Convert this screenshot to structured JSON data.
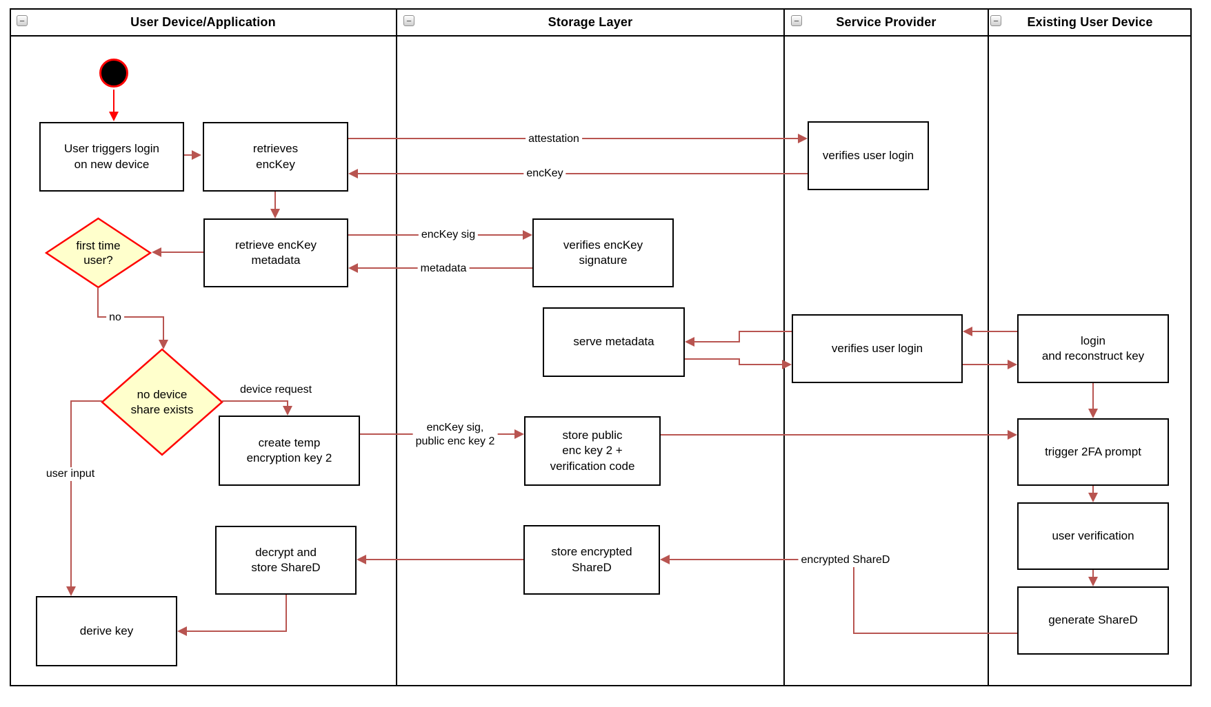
{
  "ui": {
    "collapse_glyph": "−"
  },
  "lanes": [
    {
      "title": "User Device/Application"
    },
    {
      "title": "Storage Layer"
    },
    {
      "title": "Service Provider"
    },
    {
      "title": "Existing User Device"
    }
  ],
  "nodes": {
    "user_triggers": {
      "label": "User triggers login\non new device"
    },
    "retrieves_enckey": {
      "label": "retrieves\nencKey"
    },
    "retrieve_metadata": {
      "label": "retrieve encKey\nmetadata"
    },
    "verifies_signature": {
      "label": "verifies encKey\nsignature"
    },
    "serve_metadata": {
      "label": "serve metadata"
    },
    "store_public": {
      "label": "store public\nenc key 2 +\nverification code"
    },
    "store_encrypted": {
      "label": "store encrypted\nShareD"
    },
    "create_temp": {
      "label": "create temp\nencryption key 2"
    },
    "decrypt_store": {
      "label": "decrypt and\nstore ShareD"
    },
    "derive_key": {
      "label": "derive key"
    },
    "verifies_login_1": {
      "label": "verifies user login"
    },
    "verifies_login_2": {
      "label": "verifies user login"
    },
    "login_reconstruct": {
      "label": "login\nand reconstruct key"
    },
    "trigger_2fa": {
      "label": "trigger 2FA prompt"
    },
    "user_verification": {
      "label": "user verification"
    },
    "generate_shared": {
      "label": "generate ShareD"
    }
  },
  "decisions": {
    "first_time": {
      "label": "first time\nuser?"
    },
    "no_device_share": {
      "label": "no device\nshare exists"
    }
  },
  "edge_labels": {
    "attestation": "attestation",
    "enckey": "encKey",
    "enckey_sig": "encKey sig",
    "metadata": "metadata",
    "no": "no",
    "device_request": "device request",
    "enckey_sig_public": "encKey sig,\npublic enc key 2",
    "user_input": "user input",
    "encrypted_shared": "encrypted ShareD"
  },
  "colors": {
    "flow_arrow": "#b85450",
    "accent_red": "#ff0000",
    "decision_fill": "#ffffcc",
    "node_border": "#000000"
  }
}
